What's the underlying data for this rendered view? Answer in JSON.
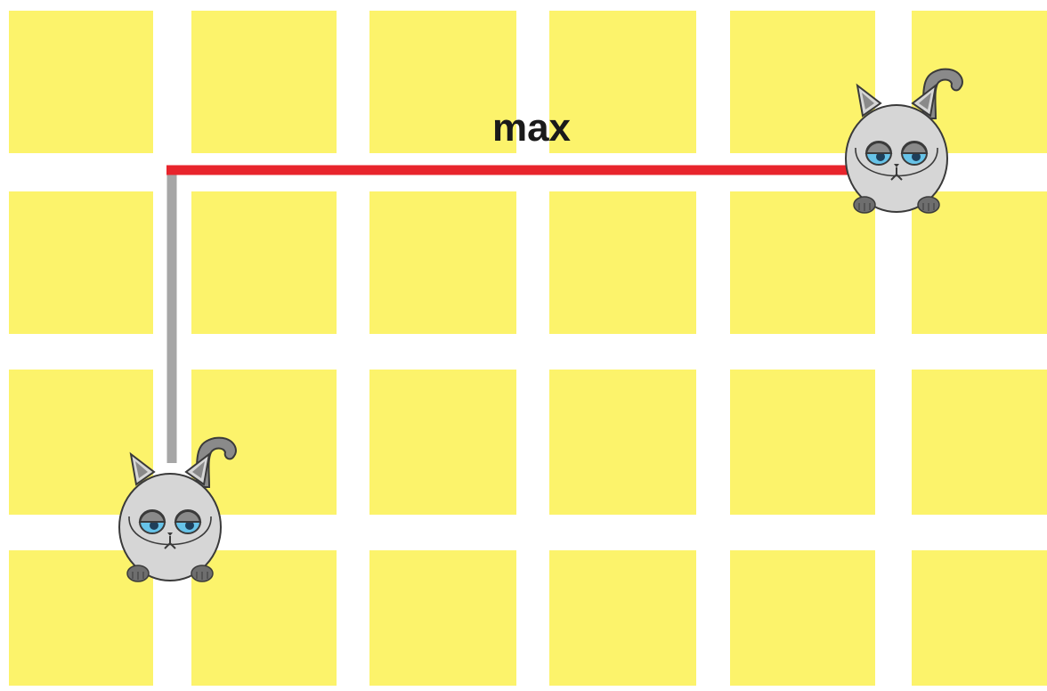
{
  "labels": {
    "max": "max"
  },
  "grid": {
    "rows": 4,
    "columns": 6
  },
  "colors": {
    "block": "#fcf36b",
    "street": "#ffffff",
    "max_path": "#e8242c",
    "vertical_path": "#a6a6a6",
    "label": "#1a1a1a",
    "cat_body": "#d6d6d6",
    "cat_eye": "#67c3e8"
  },
  "icons": {
    "cat_top": "cat-icon",
    "cat_bottom": "cat-icon"
  }
}
